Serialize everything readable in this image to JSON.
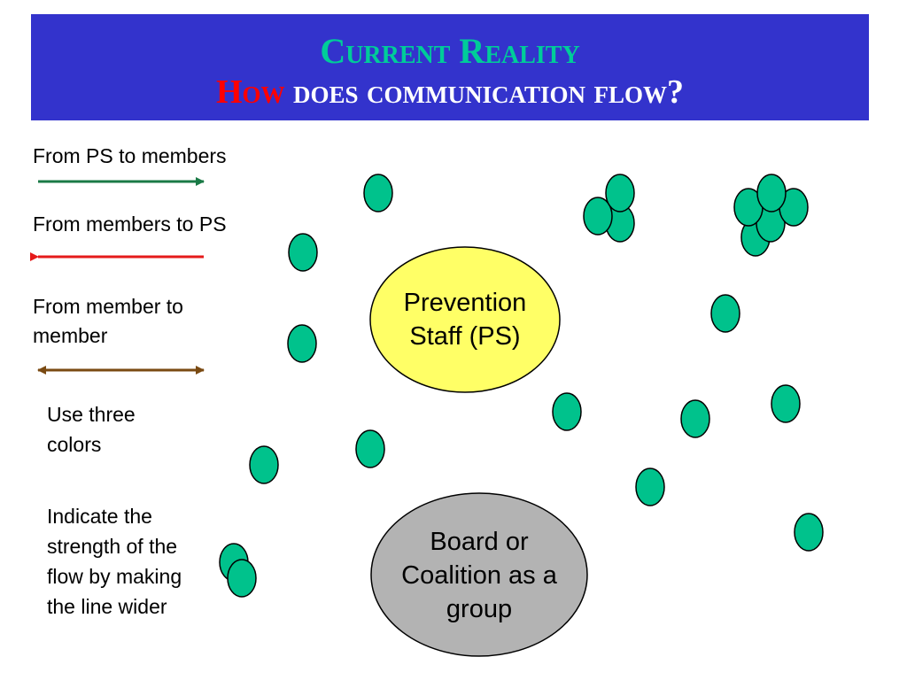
{
  "colors": {
    "banner": "#3333cc",
    "title_main": "#00cc99",
    "title_how": "#ff0000",
    "title_rest": "#ffffff",
    "arrow_ps_to_members": "#1a7a46",
    "arrow_members_to_ps": "#e51a1a",
    "arrow_member_to_member": "#7a4a12",
    "member_fill": "#00c28c",
    "ps_fill": "#ffff66",
    "board_fill": "#b3b3b3"
  },
  "title": {
    "line1": "Current Reality",
    "line2_how": "How",
    "line2_rest": " does communication flow?"
  },
  "legend": {
    "ps_to_members": "From PS to members",
    "members_to_ps": "From members to PS",
    "member_to_member": "From member to member"
  },
  "notes": {
    "use_colors": "Use three colors",
    "indicate_strength": "Indicate the strength of the flow by making the line wider"
  },
  "nodes": {
    "prevention_staff": "Prevention Staff (PS)",
    "board": "Board or Coalition as a group"
  }
}
